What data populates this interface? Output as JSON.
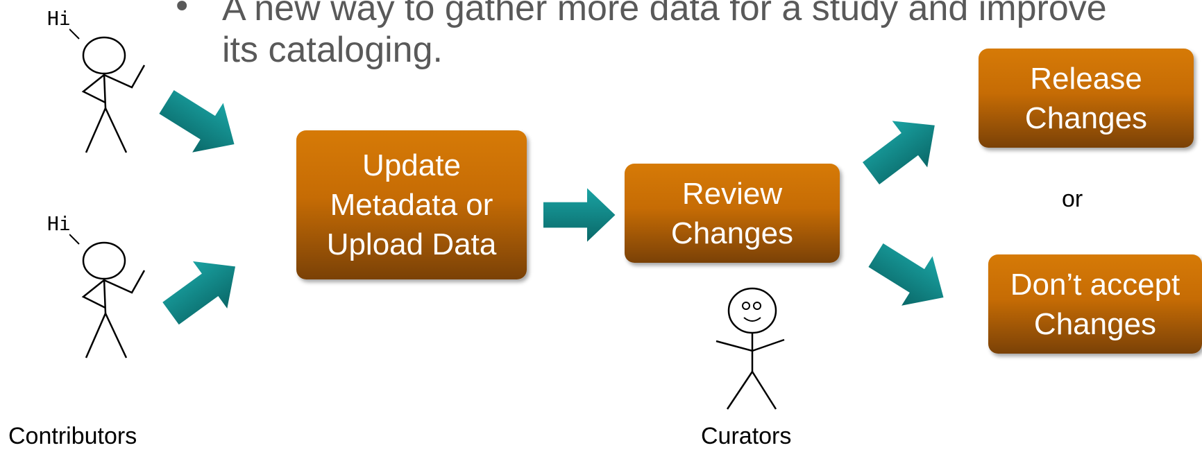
{
  "header": {
    "bullet": "•",
    "line1": "A new way to gather more data for a study and improve",
    "line2": "its cataloging."
  },
  "figures": {
    "contributor_greeting": "Hi"
  },
  "boxes": {
    "update": {
      "line1": "Update",
      "line2": "Metadata or",
      "line3": "Upload Data"
    },
    "review": {
      "line1": "Review",
      "line2": "Changes"
    },
    "release": {
      "line1": "Release",
      "line2": "Changes"
    },
    "reject": {
      "line1": "Don’t accept",
      "line2": "Changes"
    }
  },
  "labels": {
    "contributors": "Contributors",
    "curators": "Curators",
    "or": "or"
  },
  "colors": {
    "box_top": "#d67a06",
    "box_bottom": "#7a4106",
    "arrow_light": "#1a9a9a",
    "arrow_dark": "#0a6a6a",
    "text_gray": "#595959"
  }
}
